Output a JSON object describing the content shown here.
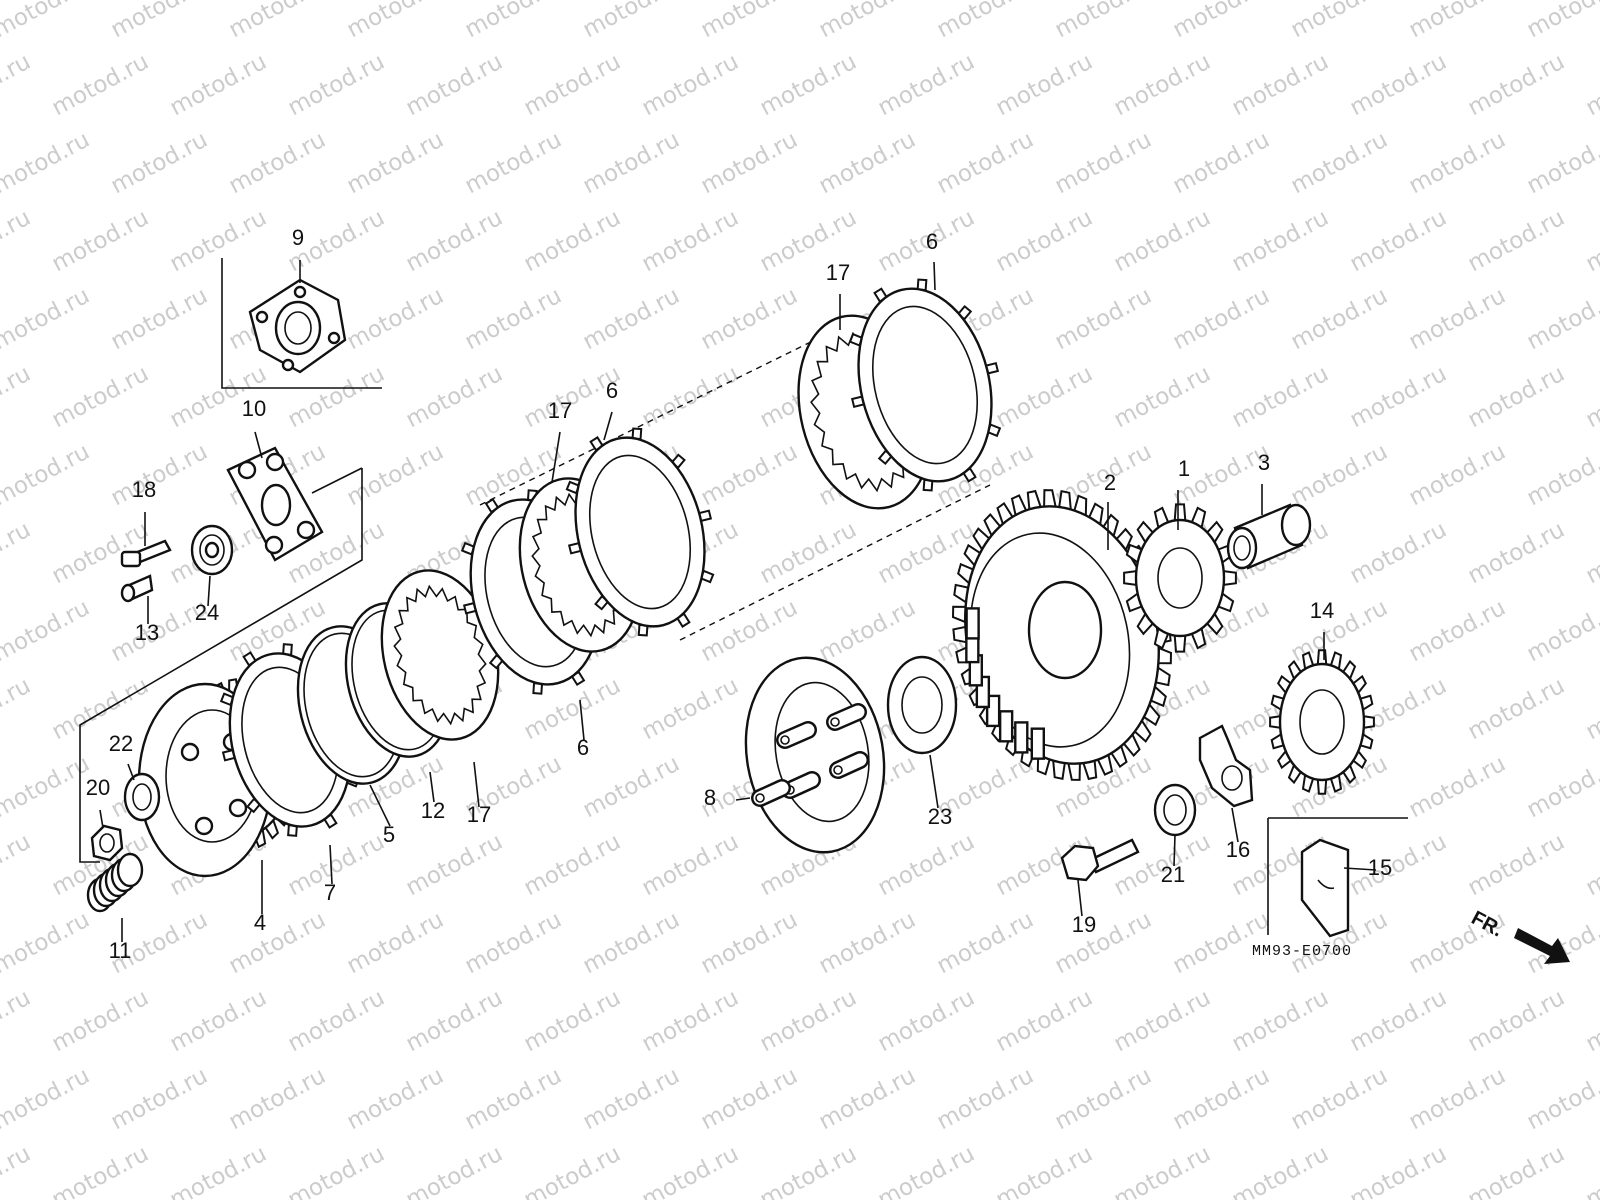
{
  "watermark": "motod.ru",
  "figure_code": "MM93-E0700",
  "direction_label": "FR.",
  "callouts": [
    "1",
    "2",
    "3",
    "4",
    "5",
    "6",
    "6",
    "6",
    "7",
    "8",
    "9",
    "10",
    "11",
    "12",
    "13",
    "14",
    "15",
    "16",
    "17",
    "17",
    "17",
    "18",
    "19",
    "20",
    "21",
    "22",
    "23",
    "24"
  ],
  "colors": {
    "ink": "#111111",
    "watermark": "#cccccc",
    "paper": "#ffffff"
  }
}
